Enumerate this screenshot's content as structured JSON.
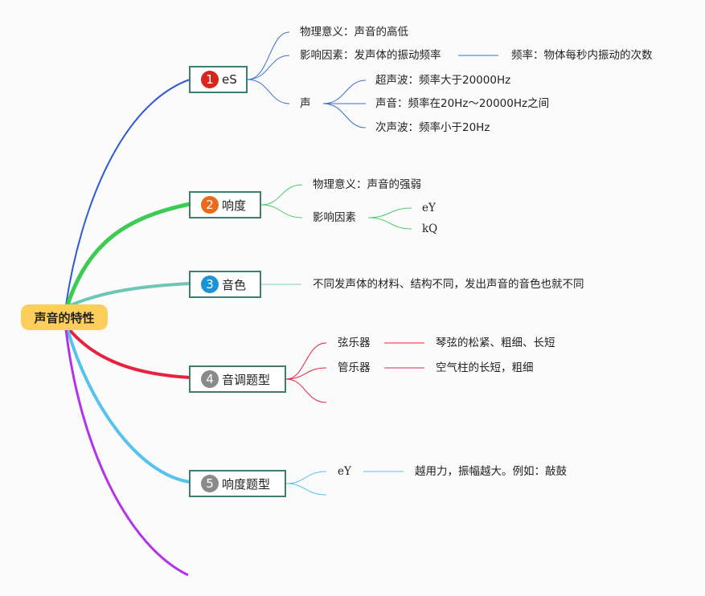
{
  "root": {
    "label": "声音的特性"
  },
  "topics": [
    {
      "num": "1",
      "label": "eS",
      "color": "#d7261e"
    },
    {
      "num": "2",
      "label": "响度",
      "color": "#ea6c1b"
    },
    {
      "num": "3",
      "label": "音色",
      "color": "#1a94d6"
    },
    {
      "num": "4",
      "label": "音调题型",
      "color": "#8a8a8a"
    },
    {
      "num": "5",
      "label": "响度题型",
      "color": "#8a8a8a"
    }
  ],
  "pitch": {
    "physical_meaning": "物理意义：声音的高低",
    "factor": "影响因素：发声体的振动频率",
    "frequency_def": "频率：物体每秒内振动的次数",
    "sound": "声",
    "ultrasonic": "超声波：频率大于20000Hz",
    "audible": "声音：频率在20Hz～20000Hz之间",
    "infrasonic": "次声波：频率小于20Hz"
  },
  "loudness": {
    "physical_meaning": "物理意义：声音的强弱",
    "factor": "影响因素",
    "factor_a": "eY",
    "factor_b": "kQ"
  },
  "timbre": {
    "desc": "不同发声体的材料、结构不同，发出声音的音色也就不同"
  },
  "pitch_questions": {
    "string": "弦乐器",
    "string_desc": "琴弦的松紧、粗细、长短",
    "pipe": "管乐器",
    "pipe_desc": "空气柱的长短，粗细"
  },
  "loudness_questions": {
    "item": "eY",
    "desc": "越用力，振幅越大。例如：敲鼓"
  }
}
